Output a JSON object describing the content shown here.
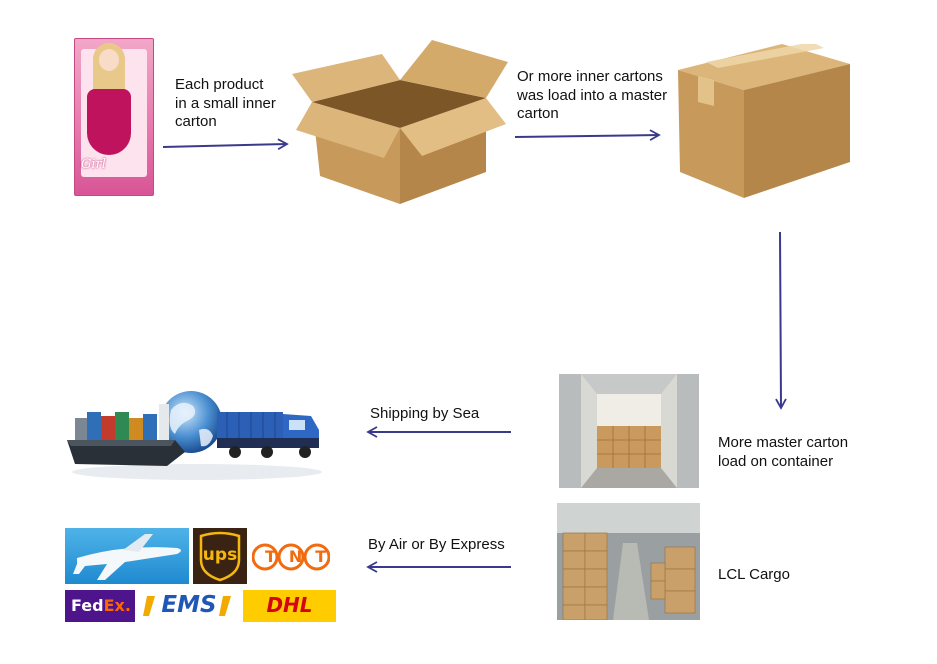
{
  "steps": {
    "inner_carton": "Each product\nin a small inner\ncarton",
    "master_carton": "Or more inner cartons\nwas load into a master\ncarton",
    "container": "More master carton\nload on container",
    "lcl": "LCL Cargo",
    "sea": "Shipping by Sea",
    "air": "By Air or By Express"
  },
  "product": {
    "brand": "Girl"
  },
  "logos": {
    "ups": "ups",
    "tnt": "TNT",
    "fedex_a": "Fed",
    "fedex_b": "Ex.",
    "ems": "EMS",
    "dhl": "DHL"
  },
  "colors": {
    "arrow": "#3a3a8c",
    "carton": "#c79a5c",
    "carton_dark": "#a97a3f",
    "carton_light": "#dcb57a",
    "pink": "#e77bae",
    "ups_brown": "#3b2314",
    "ups_gold": "#f6b80f",
    "tnt_orange": "#f26b0f",
    "fedex_purple": "#4d148c",
    "fedex_orange": "#ff6600",
    "ems_blue": "#1f57b7",
    "dhl_yellow": "#ffcc00",
    "dhl_red": "#d40511"
  }
}
